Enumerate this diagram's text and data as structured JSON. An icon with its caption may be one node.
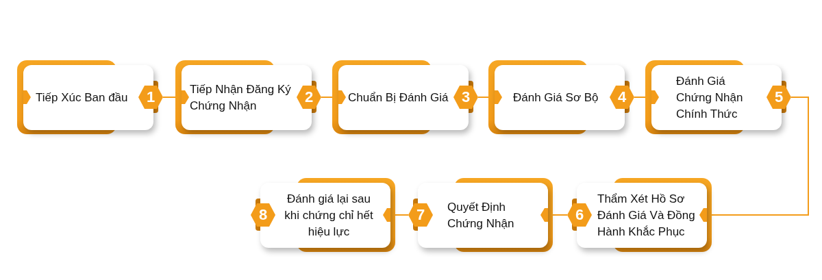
{
  "diagram": {
    "nodes": [
      {
        "text": [
          "Tiếp Xúc Ban đầu",
          "1"
        ]
      },
      {
        "text": [
          "Tiếp Nhận Đăng Ký Chứng Nhận",
          "2"
        ]
      },
      {
        "text": [
          "Chuẩn Bị Đánh Giá",
          "3"
        ]
      },
      {
        "text": [
          "Đánh Giá Sơ Bộ",
          "4"
        ]
      },
      {
        "text": [
          "Đánh Giá Chứng Nhận Chính Thức",
          "5"
        ]
      },
      {
        "text": [
          "6",
          "Thẩm Xét Hồ Sơ Đánh Giá Và Đồng Hành Khắc Phục"
        ]
      },
      {
        "text": [
          "7",
          "Quyết Định Chứng Nhận"
        ]
      },
      {
        "text": [
          "8",
          "Đánh giá lại sau khi chứng chỉ hết hiệu lực"
        ]
      }
    ],
    "edges": [
      {
        "from": 0,
        "to": 1,
        "arrow": "none"
      },
      {
        "from": 1,
        "to": 2,
        "arrow": "none"
      },
      {
        "from": 2,
        "to": 3,
        "arrow": "none"
      },
      {
        "from": 3,
        "to": 4,
        "arrow": "none"
      },
      {
        "from": 4,
        "to": 5,
        "arrow": "none"
      },
      {
        "from": 5,
        "to": 6,
        "arrow": "none"
      },
      {
        "from": 6,
        "to": 7,
        "arrow": "none"
      }
    ]
  }
}
